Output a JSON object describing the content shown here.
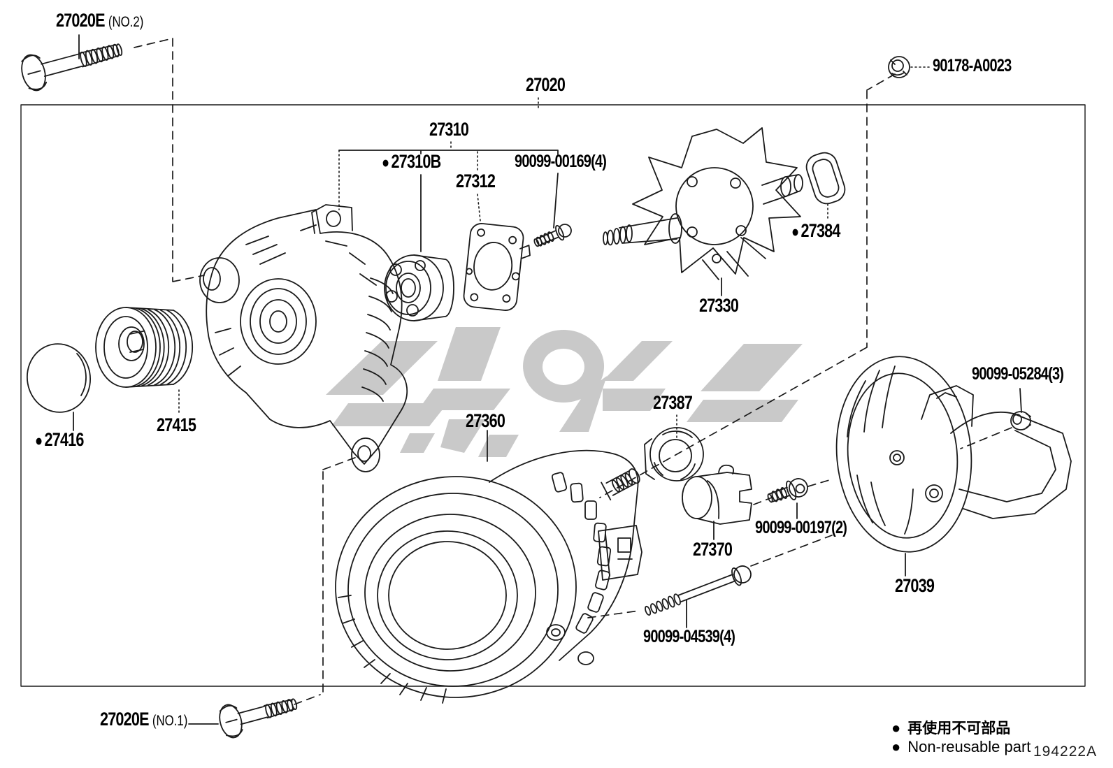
{
  "colors": {
    "line": "#1a1a1a",
    "watermark": "#c9c9c9",
    "background": "#ffffff"
  },
  "title_block": {
    "drawing_number": "194222A"
  },
  "legend": {
    "bullet": "●",
    "jp": "再使用不可部品",
    "en": "Non-reusable part"
  },
  "callouts": {
    "bolt_no2": {
      "number": "27020E",
      "note": "(NO.2)"
    },
    "nut_terminal": {
      "number": "90178-A0023"
    },
    "alternator_assy": {
      "number": "27020"
    },
    "bearing_group": {
      "number": "27310"
    },
    "bearing": {
      "bullet": "●",
      "number": "27310B"
    },
    "retainer_plate": {
      "number": "27312"
    },
    "bolt_00169": {
      "number": "90099-00169(4)"
    },
    "seal_ring": {
      "bullet": "●",
      "number": "27384"
    },
    "rotor": {
      "number": "27330"
    },
    "pulley_cap": {
      "bullet": "●",
      "number": "27416"
    },
    "pulley": {
      "number": "27415"
    },
    "stator": {
      "number": "27360"
    },
    "regulator": {
      "number": "27387"
    },
    "brush_holder": {
      "number": "27370"
    },
    "screw_00197": {
      "number": "90099-00197(2)"
    },
    "nut_05284": {
      "number": "90099-05284(3)"
    },
    "rear_cover": {
      "number": "27039"
    },
    "bolt_04539": {
      "number": "90099-04539(4)"
    },
    "bolt_no1": {
      "number": "27020E",
      "note": "(NO.1)"
    }
  }
}
